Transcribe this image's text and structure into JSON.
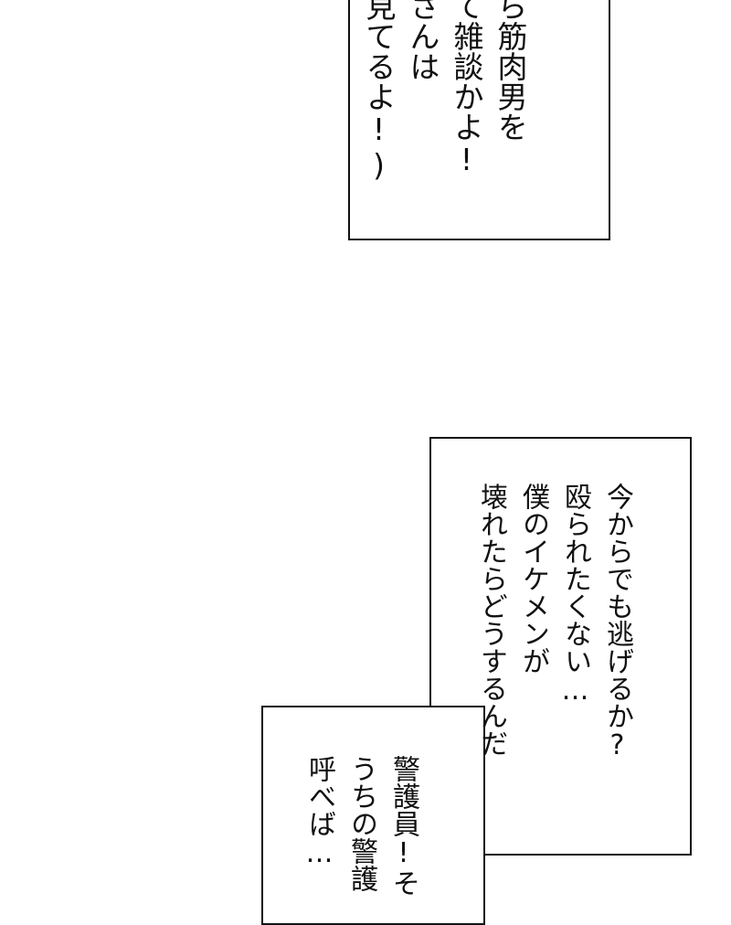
{
  "bubble_top": {
    "lines": [
      "ら筋肉男を",
      "て雑談かよ!",
      "さんは",
      "見てるよ!)"
    ]
  },
  "bubble_mid": {
    "lines": [
      "今からでも逃げるか?",
      "殴られたくない…",
      "僕のイケメンが",
      "壊れたらどうするんだ"
    ]
  },
  "bubble_low": {
    "lines": [
      "警護員!そ",
      "うちの警護",
      "呼べば…"
    ]
  },
  "colors": {
    "ink": "#111111",
    "background": "#ffffff"
  }
}
